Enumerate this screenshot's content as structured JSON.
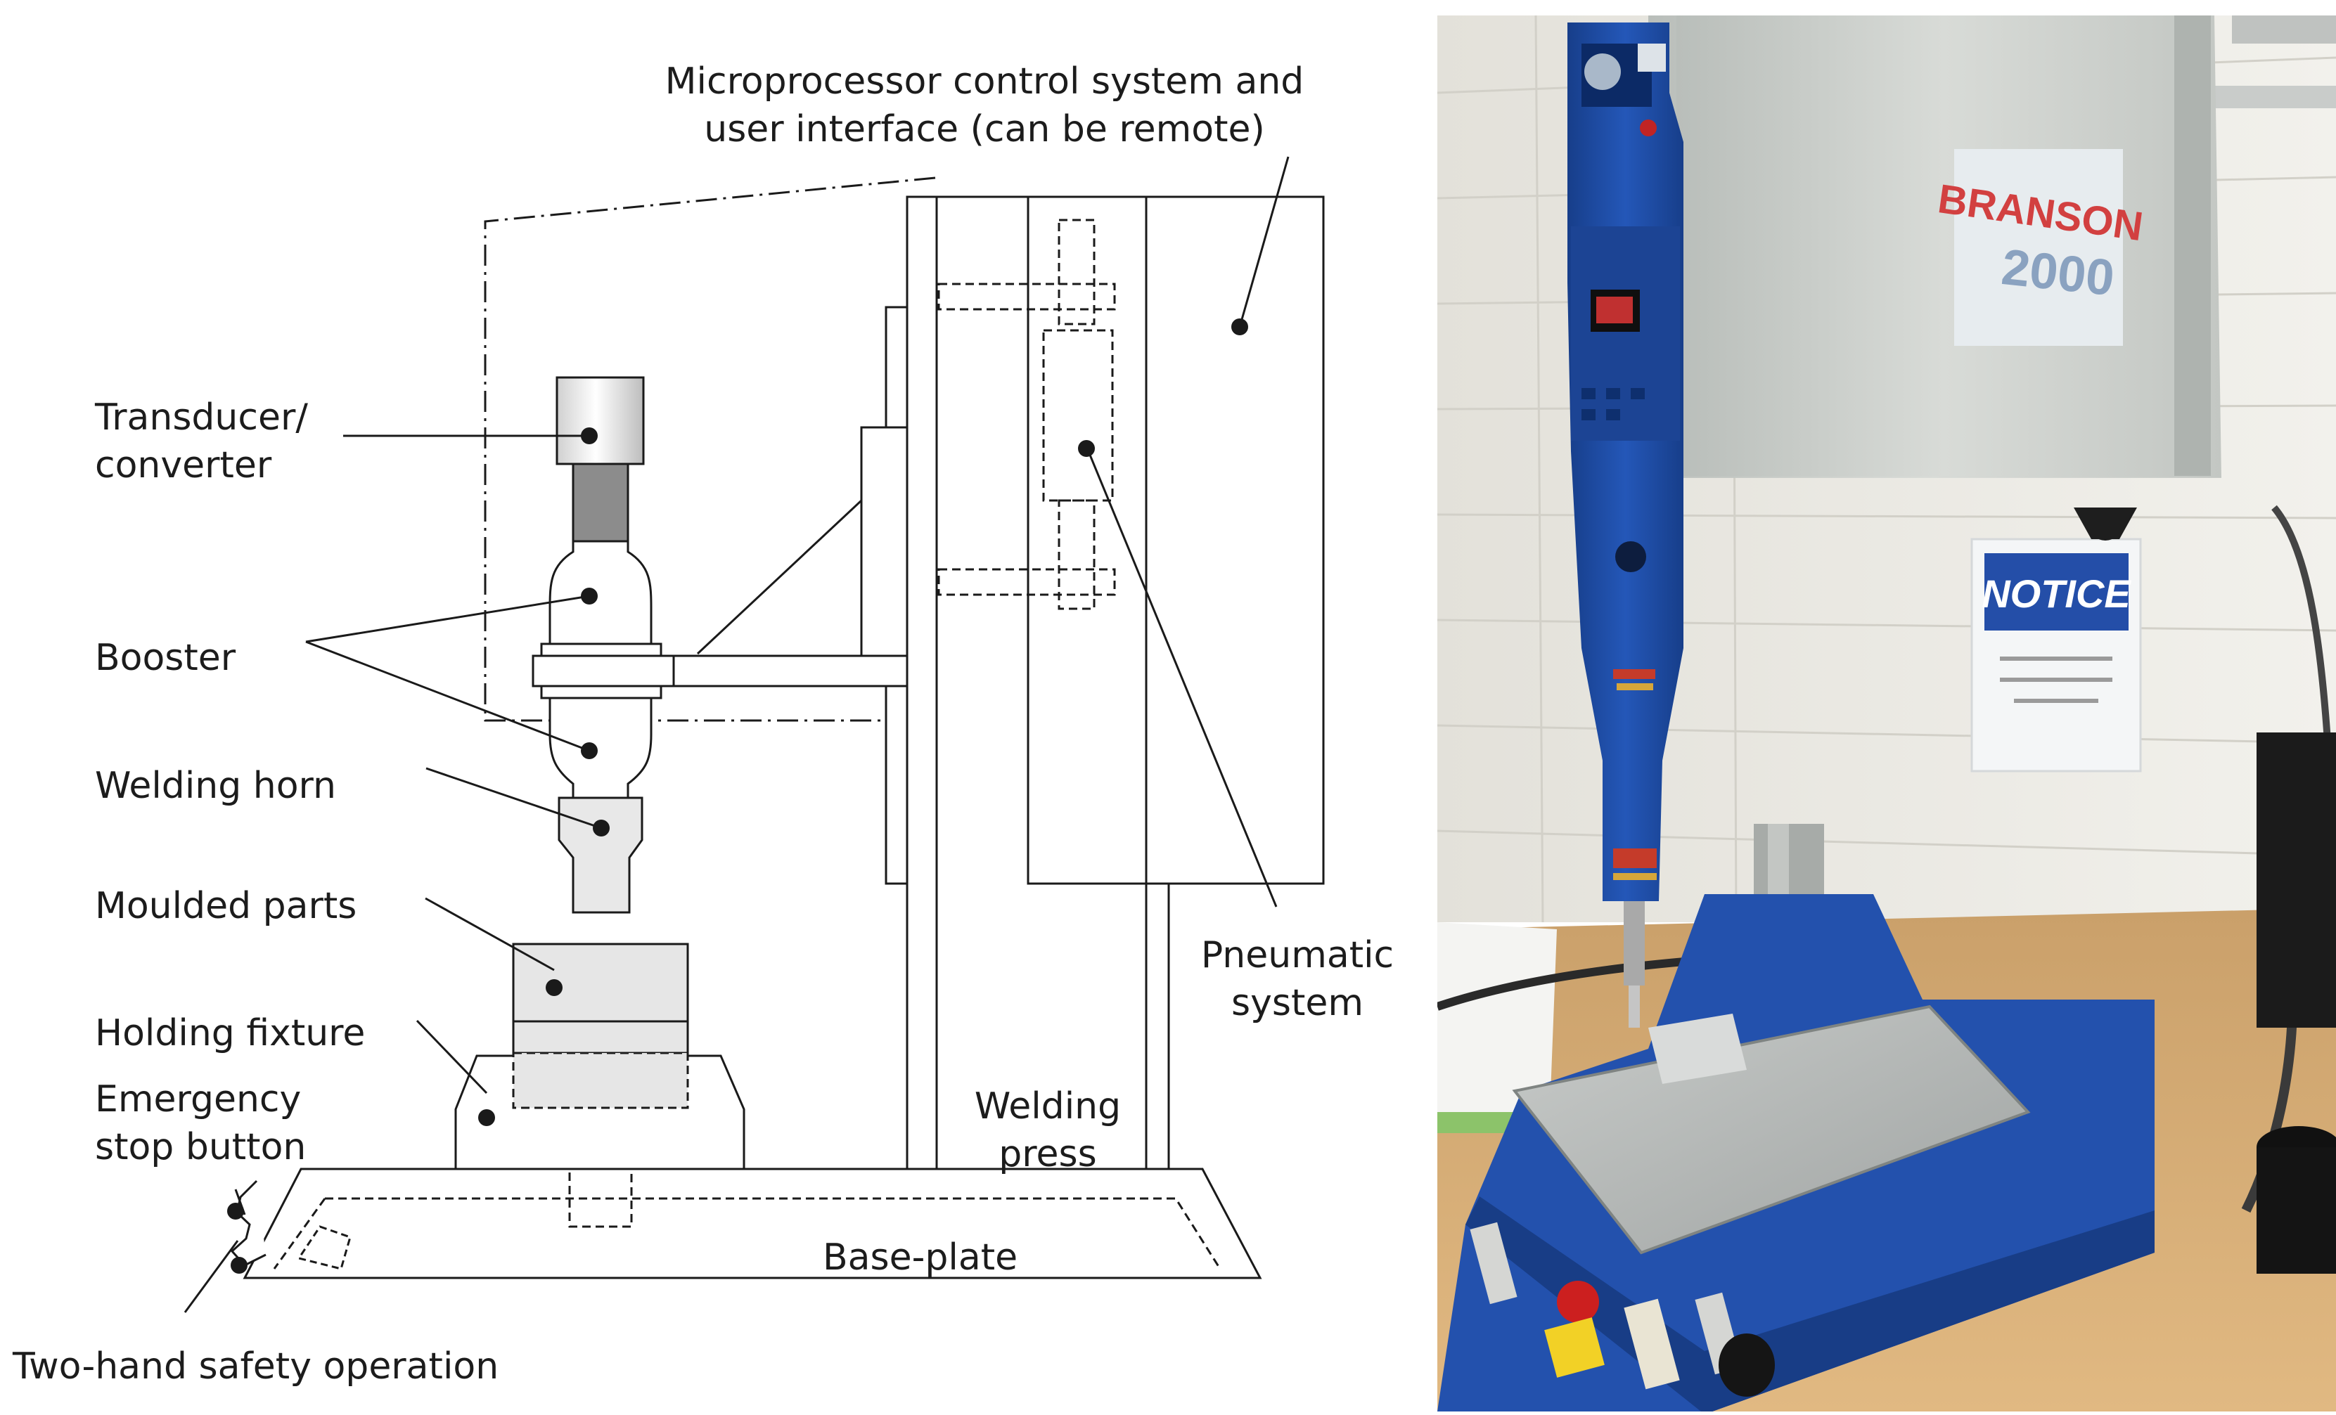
{
  "labels": {
    "microprocessor_line1": "Microprocessor control system and",
    "microprocessor_line2": "user interface (can be remote)",
    "transducer_line1": "Transducer/",
    "transducer_line2": "converter",
    "booster": "Booster",
    "welding_horn": "Welding horn",
    "moulded_parts": "Moulded parts",
    "holding_fixture": "Holding fixture",
    "emergency_line1": "Emergency",
    "emergency_line2": "stop button",
    "two_hand": "Two-hand safety operation",
    "pneumatic_line1": "Pneumatic",
    "pneumatic_line2": "system",
    "welding_press_line1": "Welding",
    "welding_press_line2": "press",
    "base_plate": "Base-plate"
  },
  "photo": {
    "brand_text": "BRANSON",
    "model_text": "2000",
    "notice_text": "NOTICE"
  },
  "colors": {
    "line": "#1a1a1a",
    "part_fill": "#e6e6e6",
    "booster_dark": "#8c8c8c",
    "machine_blue": "#1f4fa8",
    "machine_grey": "#cfd3cf",
    "wall": "#ecebe6",
    "bench": "#d9a867"
  }
}
